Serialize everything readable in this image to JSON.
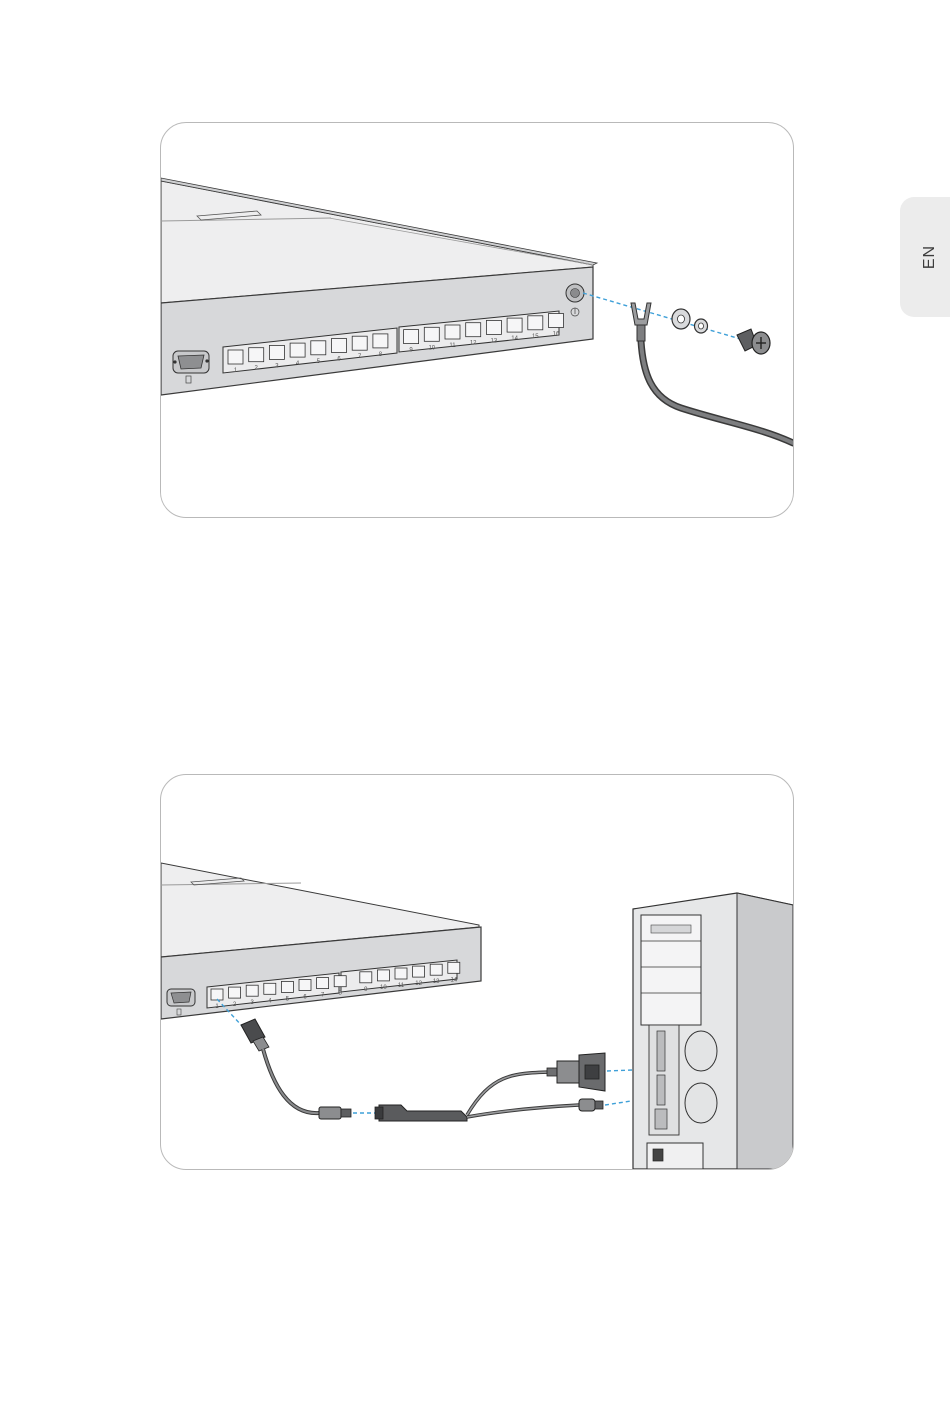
{
  "language_tab": {
    "label": "EN"
  },
  "figure_grounding": {
    "port_numbers": [
      "1",
      "2",
      "3",
      "4",
      "5",
      "6",
      "7",
      "8",
      "9",
      "10",
      "11",
      "12",
      "13",
      "14",
      "15",
      "16"
    ]
  },
  "figure_console": {
    "port_numbers": [
      "1",
      "2",
      "3",
      "4",
      "5",
      "6",
      "7",
      "8",
      "9",
      "10",
      "11",
      "12",
      "13",
      "14"
    ]
  },
  "colors": {
    "guide_line": "#3fa0d8",
    "chassis_face": "#d7d8da",
    "chassis_top": "#eeeeef",
    "outline": "#3a3a3a"
  }
}
